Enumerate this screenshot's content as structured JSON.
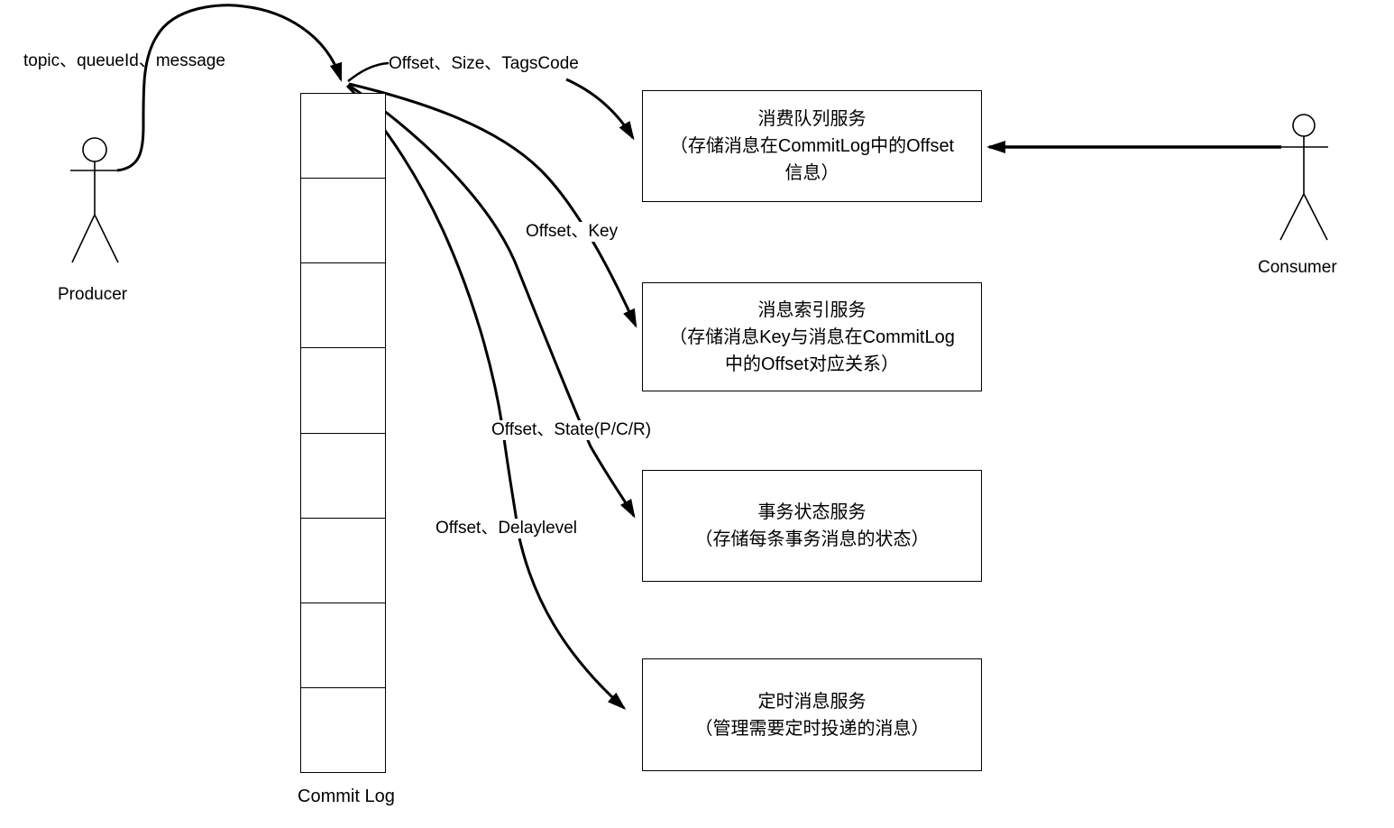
{
  "actors": {
    "producer": {
      "label": "Producer"
    },
    "consumer": {
      "label": "Consumer"
    }
  },
  "commit_log": {
    "label": "Commit Log",
    "cell_count": 8
  },
  "services": [
    {
      "id": "consume-queue",
      "text": "消费队列服务\n（存储消息在CommitLog中的Offset\n信息）"
    },
    {
      "id": "message-index",
      "text": "消息索引服务\n（存储消息Key与消息在CommitLog\n中的Offset对应关系）"
    },
    {
      "id": "transaction-state",
      "text": "事务状态服务\n（存储每条事务消息的状态）"
    },
    {
      "id": "scheduled-message",
      "text": "定时消息服务\n（管理需要定时投递的消息）"
    }
  ],
  "edges": [
    {
      "from": "Producer",
      "to": "Commit Log",
      "label": "topic、queueId、message"
    },
    {
      "from": "Commit Log",
      "to": "消费队列服务",
      "label": "Offset、Size、TagsCode"
    },
    {
      "from": "Commit Log",
      "to": "消息索引服务",
      "label": "Offset、Key"
    },
    {
      "from": "Commit Log",
      "to": "事务状态服务",
      "label": "Offset、State(P/C/R)"
    },
    {
      "from": "Commit Log",
      "to": "定时消息服务",
      "label": "Offset、Delaylevel"
    },
    {
      "from": "Consumer",
      "to": "消费队列服务",
      "label": ""
    }
  ],
  "colors": {
    "stroke": "#000000",
    "background": "#ffffff"
  }
}
